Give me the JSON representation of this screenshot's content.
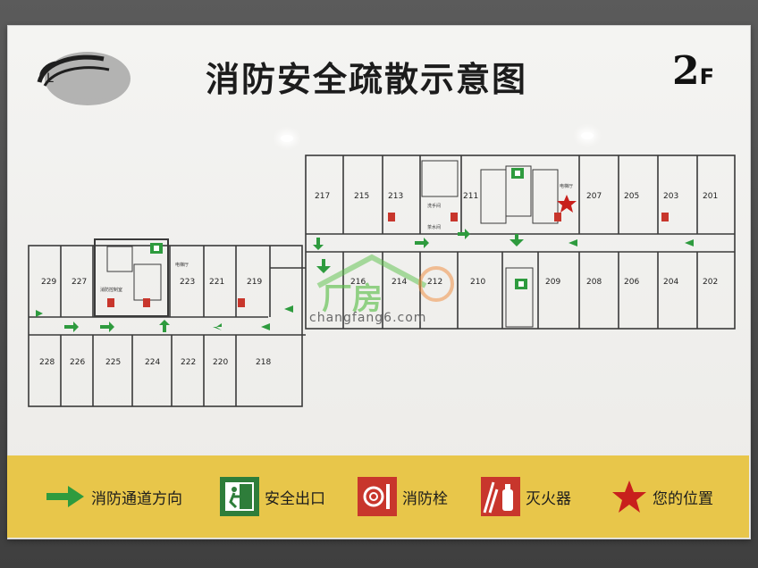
{
  "sign": {
    "title": "消防安全疏散示意图",
    "floor_number": "2",
    "floor_suffix": "F",
    "logo_lettering": "L"
  },
  "map": {
    "rooms_west_north": [
      "229",
      "227",
      "223",
      "221",
      "219"
    ],
    "rooms_west_south": [
      "228",
      "226",
      "225",
      "224",
      "222",
      "220",
      "218"
    ],
    "rooms_east_north": [
      "217",
      "215",
      "213",
      "211",
      "207",
      "205",
      "203",
      "201"
    ],
    "rooms_east_south": [
      "216",
      "214",
      "212",
      "210",
      "209",
      "208",
      "206",
      "204",
      "202"
    ],
    "small_labels": {
      "west_elevator_hall": "电梯厅",
      "fire_control_room": "消防控制室",
      "east_elevator_hall": "电梯厅",
      "washroom": "洗手间",
      "water_room": "茶水间"
    },
    "you_are_here": "东侧电梯厅"
  },
  "legend": {
    "items": [
      {
        "label": "消防通道方向",
        "icon": "green-arrow-icon"
      },
      {
        "label": "安全出口",
        "icon": "exit-sign-icon"
      },
      {
        "label": "消防栓",
        "icon": "hydrant-icon"
      },
      {
        "label": "灭火器",
        "icon": "extinguisher-icon"
      },
      {
        "label": "您的位置",
        "icon": "red-star-icon"
      }
    ]
  },
  "watermark": {
    "text": "厂房",
    "url": "changfang6.com"
  },
  "colors": {
    "legend_bg": "#e8c64a",
    "arrow_green": "#2e9b3e",
    "hydrant_red": "#c8362c",
    "star_red": "#c8201c",
    "wall_line": "#3a3a3a"
  }
}
